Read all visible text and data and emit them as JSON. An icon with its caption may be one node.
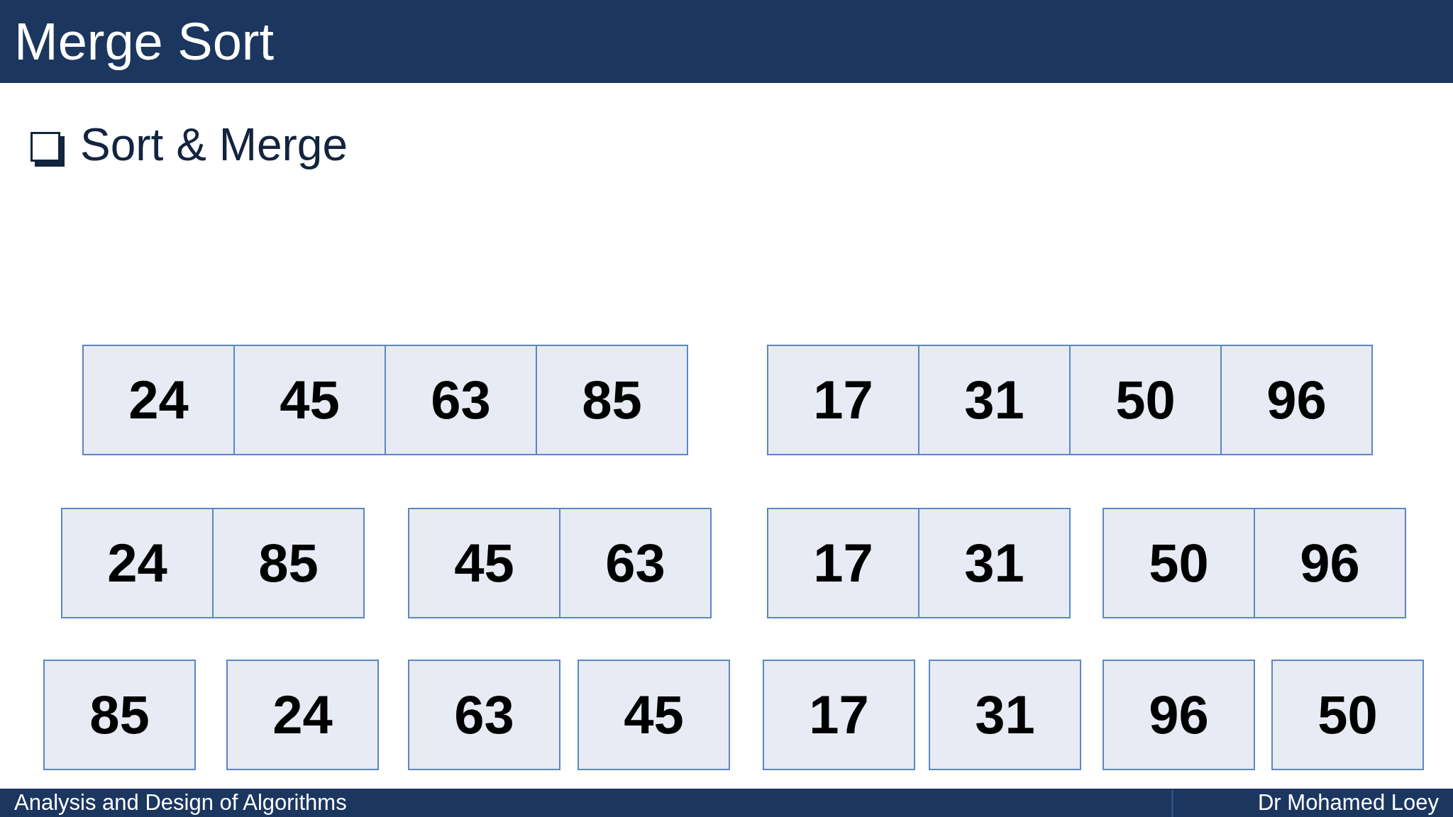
{
  "diagram": {
    "title": "Merge Sort",
    "nodes": [
      {
        "text": [
          "24"
        ]
      },
      {
        "text": [
          "45"
        ]
      },
      {
        "text": [
          "63"
        ]
      },
      {
        "text": [
          "85"
        ]
      },
      {
        "text": [
          "17"
        ]
      },
      {
        "text": [
          "31"
        ]
      },
      {
        "text": [
          "50"
        ]
      },
      {
        "text": [
          "96"
        ]
      },
      {
        "text": [
          "24"
        ]
      },
      {
        "text": [
          "85"
        ]
      },
      {
        "text": [
          "45"
        ]
      },
      {
        "text": [
          "63"
        ]
      },
      {
        "text": [
          "17"
        ]
      },
      {
        "text": [
          "31"
        ]
      },
      {
        "text": [
          "50"
        ]
      },
      {
        "text": [
          "96"
        ]
      },
      {
        "text": [
          "85"
        ]
      },
      {
        "text": [
          "24"
        ]
      },
      {
        "text": [
          "63"
        ]
      },
      {
        "text": [
          "45"
        ]
      },
      {
        "text": [
          "17"
        ]
      },
      {
        "text": [
          "31"
        ]
      },
      {
        "text": [
          "96"
        ]
      },
      {
        "text": [
          "50"
        ]
      }
    ],
    "labels": [
      "Sort & Merge",
      "Analysis and Design of Algorithms",
      "Dr Mohamed Loey"
    ]
  }
}
